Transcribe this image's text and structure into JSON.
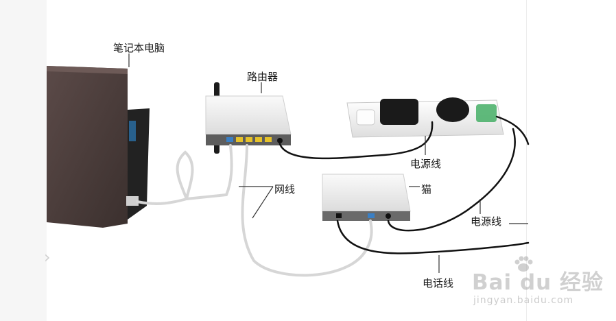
{
  "labels": {
    "laptop": "笔记本电脑",
    "router": "路由器",
    "power_cable_1": "电源线",
    "network_cable": "网线",
    "modem": "猫",
    "power_cable_2": "电源线",
    "phone_line": "电话线"
  },
  "watermark": {
    "brand": "Bai du 经验",
    "url": "jingyan.baidu.com"
  },
  "colors": {
    "laptop_lid": "#4a3c3a",
    "device_body": "#eeeeee",
    "device_base": "#6a6a6a",
    "power_strip": "#f2f2f2",
    "cable_black": "#111111",
    "cable_grey": "#d6d6d6"
  },
  "icons": {
    "scroll_left": "chevron-left-icon",
    "watermark_logo": "paw-icon"
  }
}
